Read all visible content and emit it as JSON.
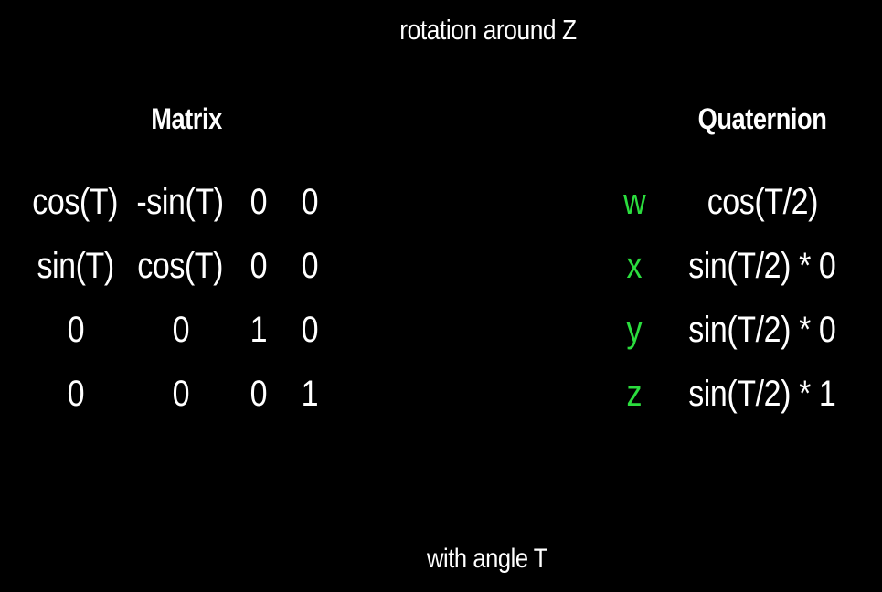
{
  "title": "rotation around Z",
  "footer": "with angle T",
  "colors": {
    "background": "#000000",
    "text": "#ffffff",
    "accent_green": "#2bdd3e"
  },
  "matrix": {
    "heading": "Matrix",
    "rows": [
      [
        "cos(T)",
        "-sin(T)",
        "0",
        "0"
      ],
      [
        "sin(T)",
        "cos(T)",
        "0",
        "0"
      ],
      [
        "0",
        "0",
        "1",
        "0"
      ],
      [
        "0",
        "0",
        "0",
        "1"
      ]
    ]
  },
  "quaternion": {
    "heading": "Quaternion",
    "components": [
      {
        "label": "w",
        "value": "cos(T/2)"
      },
      {
        "label": "x",
        "value": "sin(T/2) * 0"
      },
      {
        "label": "y",
        "value": "sin(T/2) * 0"
      },
      {
        "label": "z",
        "value": "sin(T/2) * 1"
      }
    ]
  }
}
